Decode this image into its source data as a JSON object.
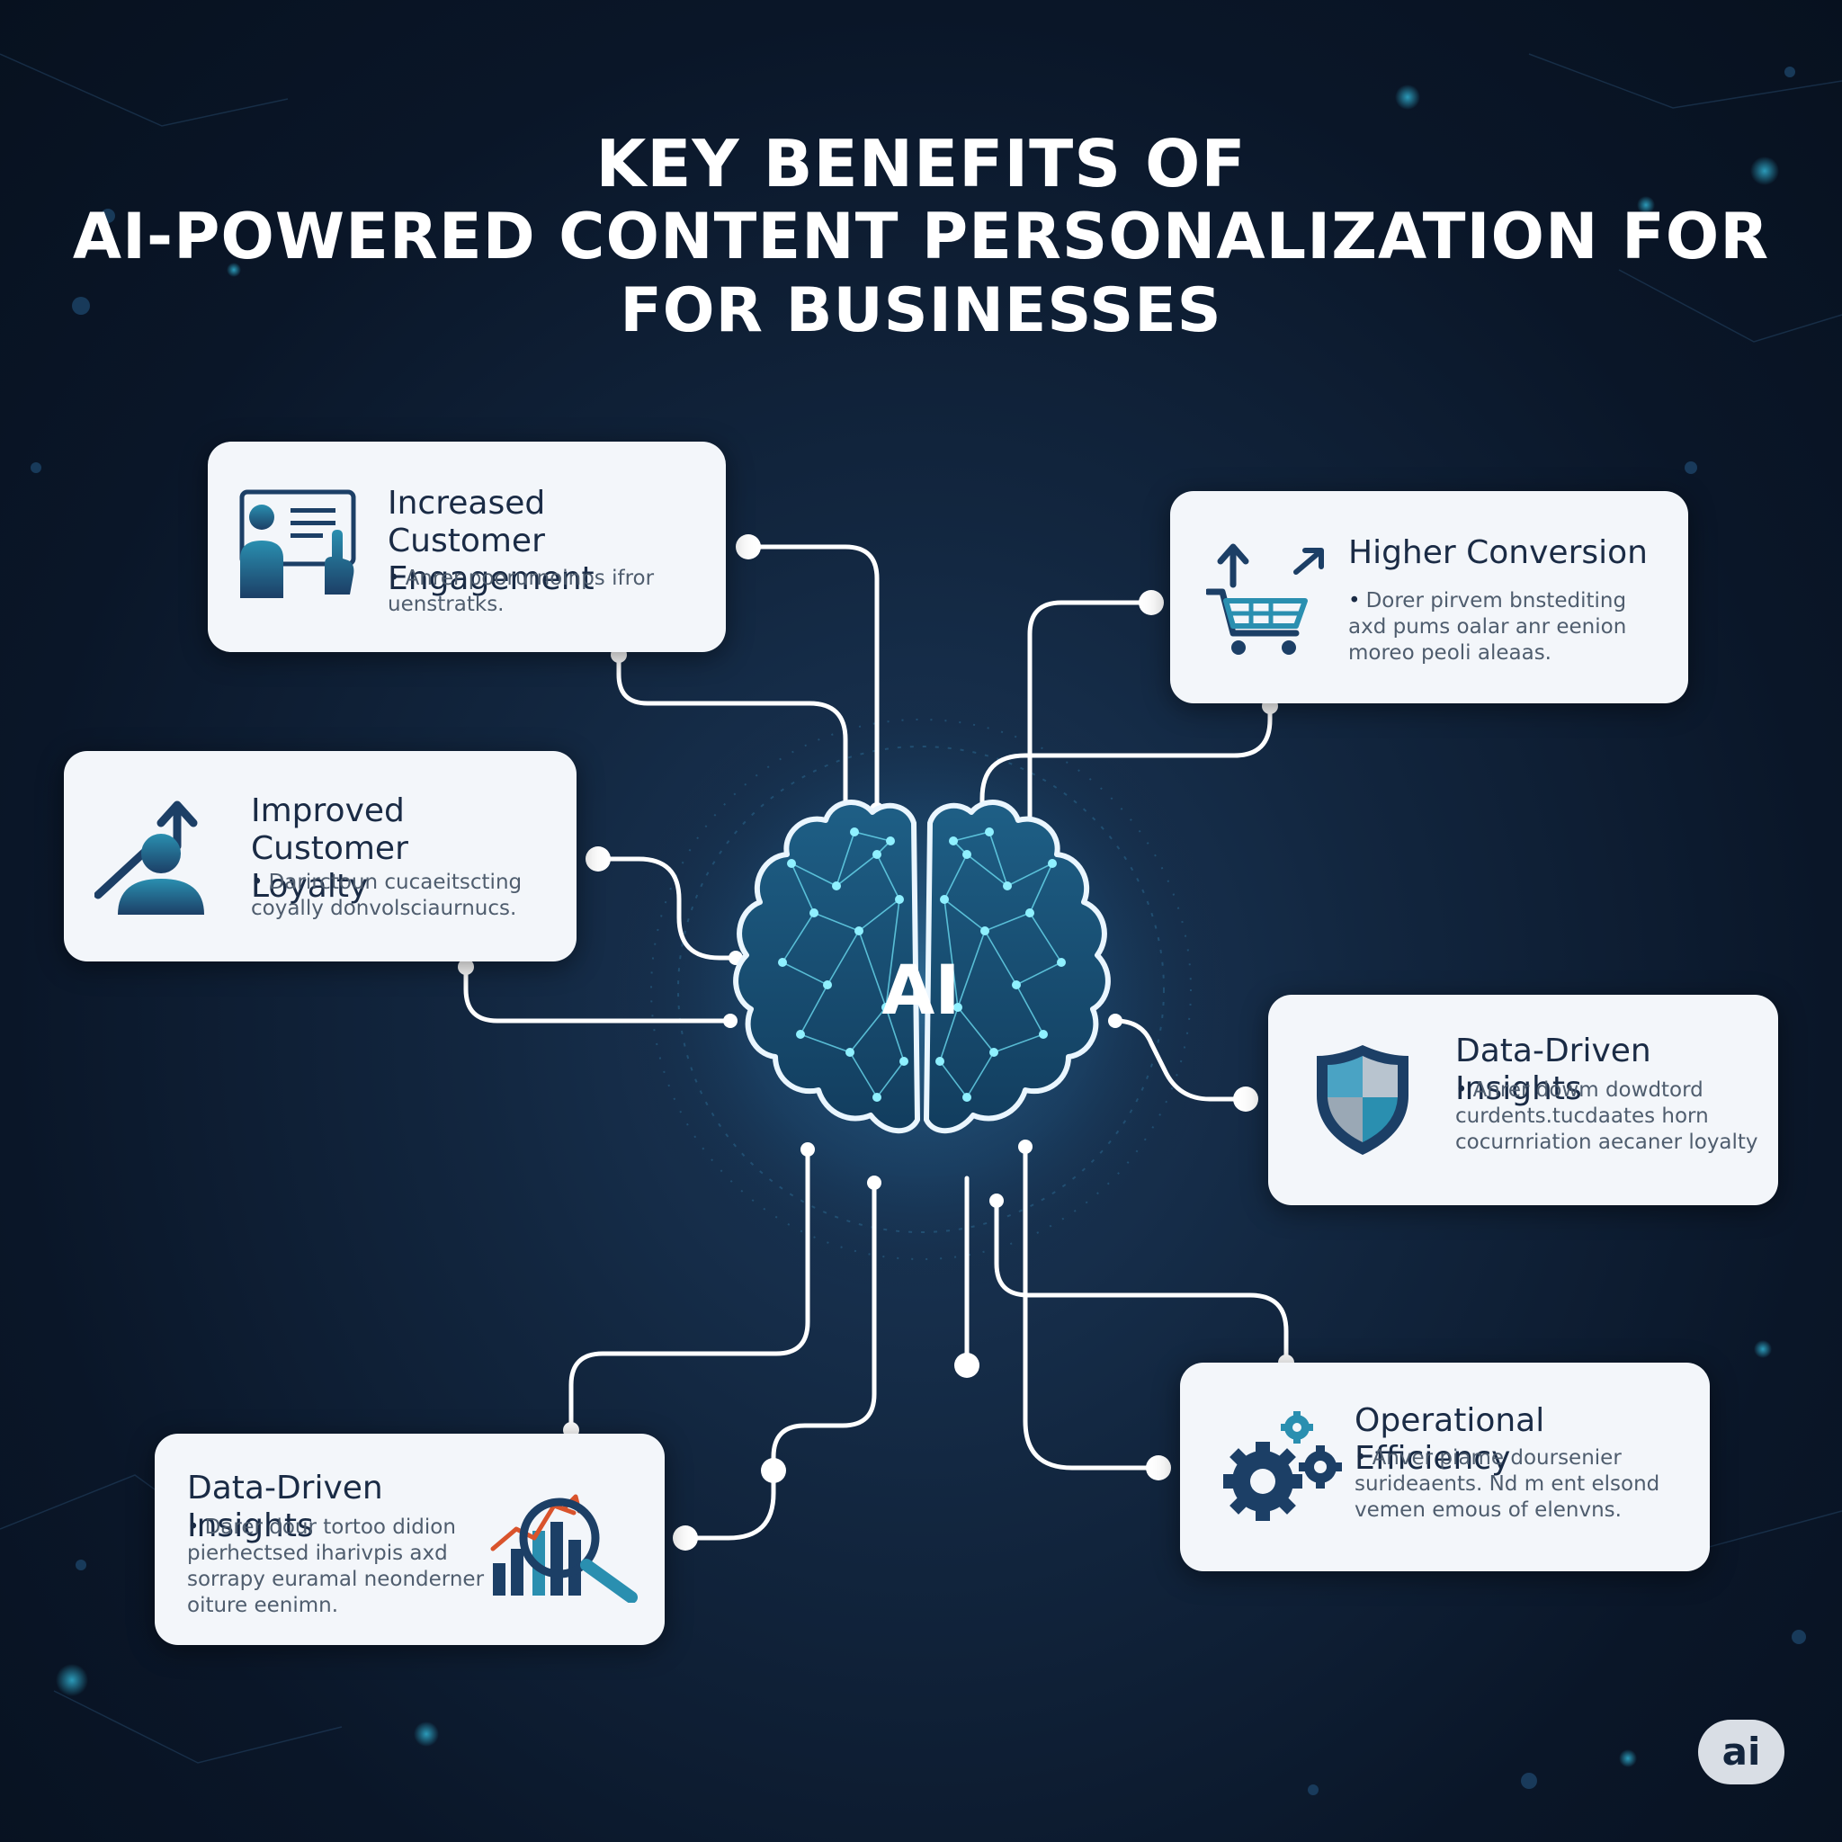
{
  "title": {
    "line1": "KEY BENEFITS OF",
    "line2_bold": "AI-POWERED",
    "line2_rest": " CONTENT PERSONALIZATION FOR",
    "line3": "FOR BUSINESSES"
  },
  "center": {
    "label": "AI"
  },
  "cards": [
    {
      "title_line1": "Increased Customer",
      "title_line2": "Engagement",
      "body_line1": "Anrer poorurnoinps ifror",
      "body_line2": "uenstratks.",
      "icon": "presentation-person-icon"
    },
    {
      "title_line1": "Higher Conversion",
      "body_line1": "Dorer pirvem bnstediting",
      "body_line2": "axd pums oalar anr eenion",
      "body_line3": "moreo peoli aleaas.",
      "icon": "shopping-cart-icon"
    },
    {
      "title_line1": "Improved Customer",
      "title_line2": "Loyalty",
      "body_line1": "Darirctoun cucaeitscting",
      "body_line2": "coyally donvolsciaurnucs.",
      "icon": "person-growth-icon"
    },
    {
      "title_line1": "Data-Driven Insights",
      "body_line1": "Anrer dowm dowdtord",
      "body_line2": "curdents.tucdaates horn",
      "body_line3": "cocurnriation aecaner loyalty",
      "icon": "shield-icon"
    },
    {
      "title_line1": "Data-Driven Insights",
      "body_line1": "Darer dour tortoo didion",
      "body_line2": "pierhectsed iharivpis axd",
      "body_line3": "sorrapy euramal neonderner",
      "body_line4": "oiture eenimn.",
      "icon": "chart-magnifier-icon"
    },
    {
      "title_line1": "Operational Efficiency",
      "body_line1": "Anver piame doursenier",
      "body_line2": "surideaents. Nd m ent elsond",
      "body_line3": "vemen emous of elenvns.",
      "icon": "gears-icon"
    }
  ],
  "badge": {
    "label": "ai"
  },
  "colors": {
    "background": "#0b1a2e",
    "card": "#f3f6fa",
    "card_title": "#1a2b45",
    "card_body": "#4f5d6e",
    "brain_glow": "#4fd6f0",
    "connector": "#ffffff",
    "icon_dark": "#1c3f66",
    "icon_teal": "#2a8fb0",
    "chart_red": "#d9532c"
  }
}
